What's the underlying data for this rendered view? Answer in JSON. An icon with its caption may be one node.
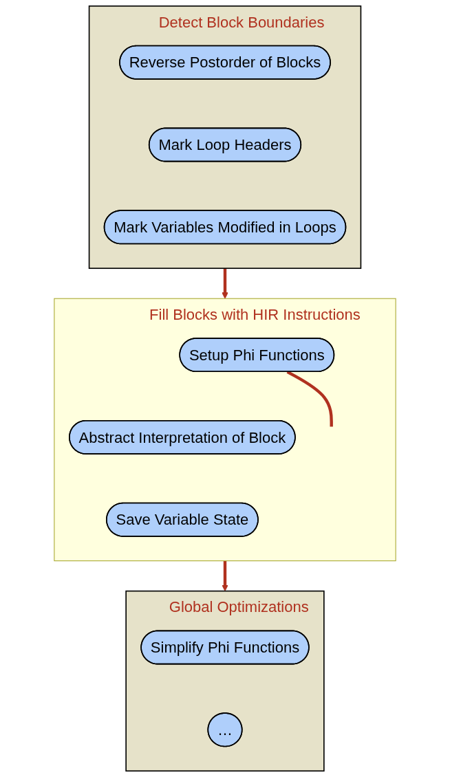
{
  "diagram": {
    "nodes": [
      {
        "text": [
          "Detect Block Boundaries"
        ]
      },
      {
        "text": [
          "Reverse Postorder of Blocks"
        ],
        "in": 0
      },
      {
        "text": [
          "Mark Loop Headers"
        ],
        "in": 0
      },
      {
        "text": [
          "Mark Variables Modified in Loops"
        ],
        "in": 0
      },
      {
        "text": [
          "Fill Blocks with HIR Instructions"
        ]
      },
      {
        "text": [
          "Setup Phi Functions"
        ],
        "in": 4
      },
      {
        "text": [
          "Abstract Interpretation of Block"
        ],
        "in": 4
      },
      {
        "text": [
          "Save Variable State"
        ],
        "in": 4
      },
      {
        "text": [
          "Global Optimizations"
        ]
      },
      {
        "text": [
          "Simplify Phi Functions"
        ],
        "in": 8
      },
      {
        "text": [
          "…"
        ],
        "in": 8
      }
    ],
    "edges": [
      {
        "from": 0,
        "to": 4,
        "arrow": "to"
      },
      {
        "from": 4,
        "to": 8,
        "arrow": "to"
      },
      {
        "from": 5,
        "to": null,
        "arrow": "none"
      }
    ]
  }
}
